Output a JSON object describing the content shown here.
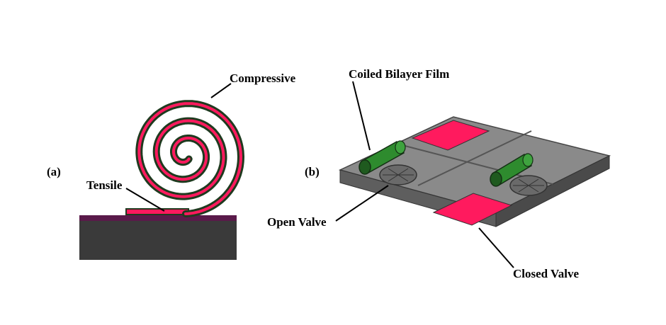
{
  "panel_a": {
    "tag": "(a)",
    "compressive_label": "Compressive",
    "tensile_label": "Tensile"
  },
  "panel_b": {
    "tag": "(b)",
    "coiled_label": "Coiled Bilayer Film",
    "open_label": "Open Valve",
    "closed_label": "Closed Valve"
  },
  "colors": {
    "substrate": "#3a3a3a",
    "substrate_stripe": "#5a1a4a",
    "film_pink": "#ff1a5e",
    "film_dark": "#1f3a1f",
    "block_top": "#8a8a8a",
    "block_side": "#5e5e5e",
    "coil_green": "#2e8b2e"
  }
}
